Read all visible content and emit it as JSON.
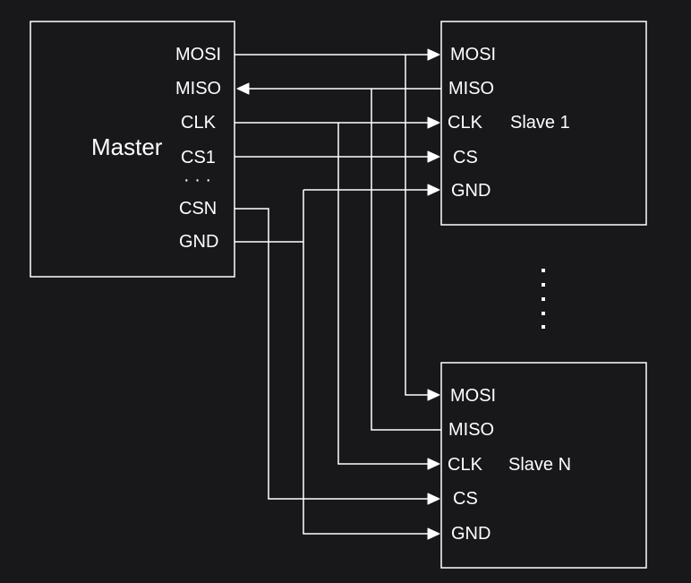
{
  "master": {
    "title": "Master",
    "pins": {
      "mosi": "MOSI",
      "miso": "MISO",
      "clk": "CLK",
      "cs1": "CS1",
      "ellipsis": "· · ·",
      "csn": "CSN",
      "gnd": "GND"
    }
  },
  "slave1": {
    "title": "Slave 1",
    "pins": {
      "mosi": "MOSI",
      "miso": "MISO",
      "clk": "CLK",
      "cs": "CS",
      "gnd": "GND"
    }
  },
  "slaveN": {
    "title": "Slave N",
    "pins": {
      "mosi": "MOSI",
      "miso": "MISO",
      "clk": "CLK",
      "cs": "CS",
      "gnd": "GND"
    }
  }
}
